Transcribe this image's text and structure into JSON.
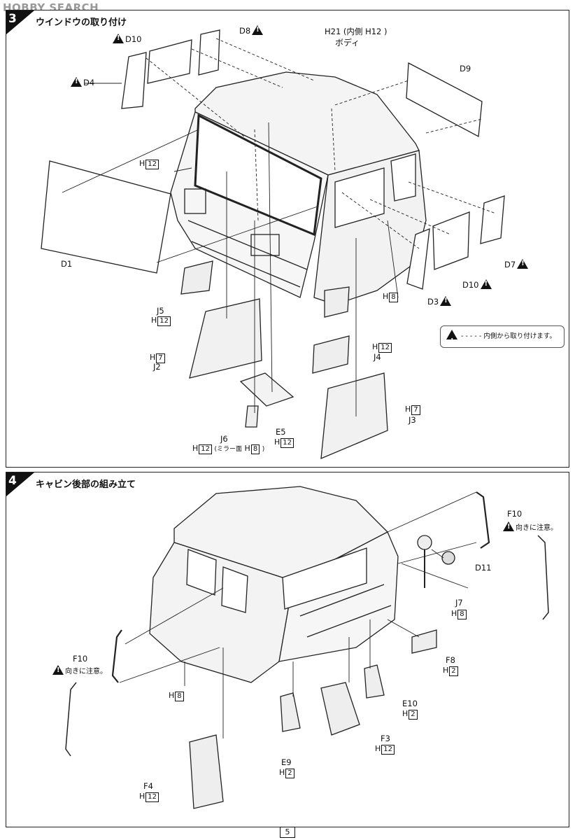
{
  "watermark": "HOBBY SEARCH",
  "step3": {
    "number": "3",
    "title": "ウインドウの取り付け",
    "body_label": "ボディ",
    "body_parts": "H21 (内側 H12 )",
    "labels": {
      "d8": "D8",
      "d10_top": "D10",
      "d4": "D4",
      "d9": "D9",
      "d1": "D1",
      "d3": "D3",
      "d10_right": "D10",
      "d7": "D7",
      "h12_a": "H",
      "h12_a_num": "12",
      "j5": "J5",
      "j5_h": "H",
      "j5_num": "12",
      "h8": "H",
      "h8_num": "8",
      "h7_a": "H",
      "h7_a_num": "7",
      "j2": "J2",
      "j4_h": "H",
      "j4_num": "12",
      "j4": "J4",
      "h7_b": "H",
      "h7_b_num": "7",
      "j3": "J3",
      "j6": "J6",
      "j6_h": "H",
      "j6_num": "12",
      "j6_note": "(ミラー面",
      "j6_h8": "H",
      "j6_h8_num": "8",
      "j6_close": ")",
      "e5": "E5",
      "e5_h": "H",
      "e5_num": "12"
    },
    "legend": "内側から取り付けます。"
  },
  "step4": {
    "number": "4",
    "title": "キャビン後部の組み立て",
    "labels": {
      "f10_r": "F10",
      "f10_r_note": "向きに注意。",
      "d11": "D11",
      "j7": "J7",
      "j7_h": "H",
      "j7_num": "8",
      "f10_l": "F10",
      "f10_l_note": "向きに注意。",
      "h8": "H",
      "h8_num": "8",
      "f8": "F8",
      "f8_h": "H",
      "f8_num": "2",
      "e10": "E10",
      "e10_h": "H",
      "e10_num": "2",
      "f3": "F3",
      "f3_h": "H",
      "f3_num": "12",
      "e9": "E9",
      "e9_h": "H",
      "e9_num": "2",
      "f4": "F4",
      "f4_h": "H",
      "f4_num": "12"
    }
  },
  "page_number": "5"
}
